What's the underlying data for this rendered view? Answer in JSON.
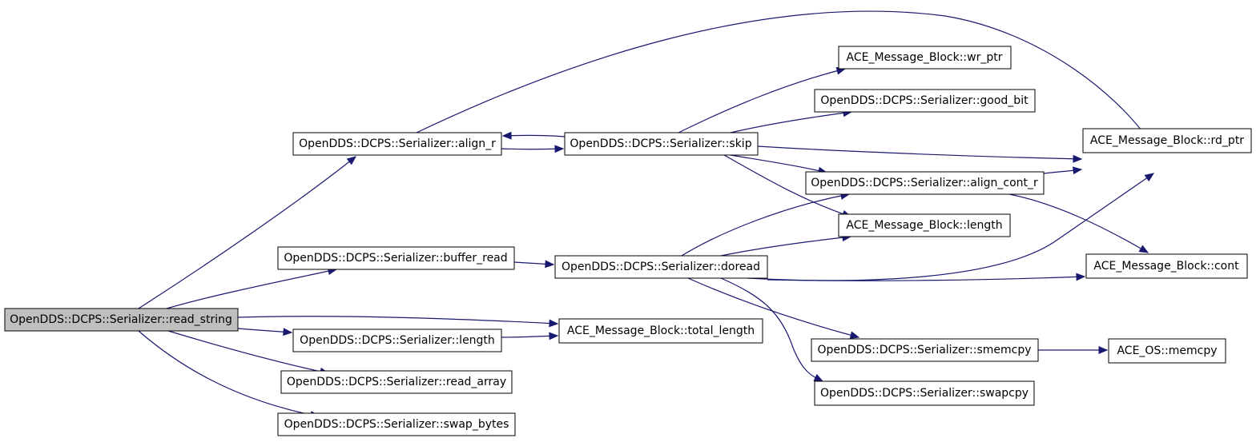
{
  "colors": {
    "edge": "#191970",
    "root_fill": "#bfbfbf",
    "node_fill": "#ffffff",
    "border": "#000000"
  },
  "nodes": {
    "read_string": "OpenDDS::DCPS::Serializer::read_string",
    "align_r": "OpenDDS::DCPS::Serializer::align_r",
    "buffer_read": "OpenDDS::DCPS::Serializer::buffer_read",
    "length": "OpenDDS::DCPS::Serializer::length",
    "read_array": "OpenDDS::DCPS::Serializer::read_array",
    "swap_bytes": "OpenDDS::DCPS::Serializer::swap_bytes",
    "skip": "OpenDDS::DCPS::Serializer::skip",
    "doread": "OpenDDS::DCPS::Serializer::doread",
    "total_length": "ACE_Message_Block::total_length",
    "wr_ptr": "ACE_Message_Block::wr_ptr",
    "good_bit": "OpenDDS::DCPS::Serializer::good_bit",
    "align_cont_r": "OpenDDS::DCPS::Serializer::align_cont_r",
    "mb_length": "ACE_Message_Block::length",
    "smemcpy": "OpenDDS::DCPS::Serializer::smemcpy",
    "swapcpy": "OpenDDS::DCPS::Serializer::swapcpy",
    "rd_ptr": "ACE_Message_Block::rd_ptr",
    "cont": "ACE_Message_Block::cont",
    "memcpy": "ACE_OS::memcpy"
  },
  "edges": [
    [
      "read_string",
      "align_r"
    ],
    [
      "read_string",
      "buffer_read"
    ],
    [
      "read_string",
      "total_length"
    ],
    [
      "read_string",
      "length"
    ],
    [
      "read_string",
      "read_array"
    ],
    [
      "read_string",
      "swap_bytes"
    ],
    [
      "align_r",
      "rd_ptr"
    ],
    [
      "align_r",
      "skip"
    ],
    [
      "skip",
      "align_r"
    ],
    [
      "skip",
      "wr_ptr"
    ],
    [
      "skip",
      "good_bit"
    ],
    [
      "skip",
      "rd_ptr"
    ],
    [
      "skip",
      "align_cont_r"
    ],
    [
      "skip",
      "mb_length"
    ],
    [
      "buffer_read",
      "doread"
    ],
    [
      "doread",
      "align_cont_r"
    ],
    [
      "doread",
      "mb_length"
    ],
    [
      "doread",
      "rd_ptr"
    ],
    [
      "doread",
      "cont"
    ],
    [
      "doread",
      "smemcpy"
    ],
    [
      "doread",
      "swapcpy"
    ],
    [
      "length",
      "total_length"
    ],
    [
      "align_cont_r",
      "rd_ptr"
    ],
    [
      "align_cont_r",
      "cont"
    ],
    [
      "smemcpy",
      "memcpy"
    ]
  ]
}
